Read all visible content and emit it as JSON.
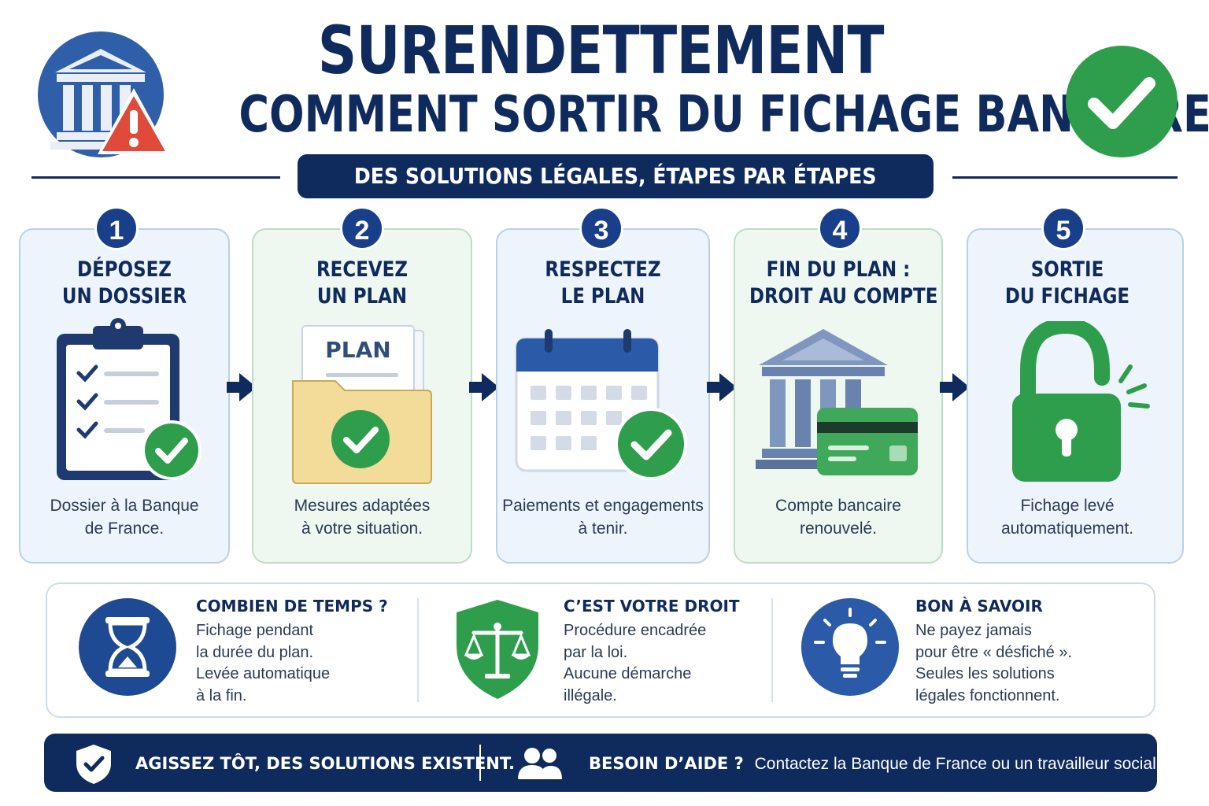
{
  "header": {
    "title": "SURENDETTEMENT",
    "subtitle": "COMMENT SORTIR DU FICHAGE BANCAIRE ?",
    "banner": "DES SOLUTIONS LÉGALES, ÉTAPES PAR ÉTAPES",
    "left_icon": "bank-warning-icon",
    "right_icon": "check-circle-icon"
  },
  "steps": [
    {
      "number": "1",
      "title_line1": "DÉPOSEZ",
      "title_line2": "UN DOSSIER",
      "icon": "clipboard-check-icon",
      "desc_line1": "Dossier à la Banque",
      "desc_line2": "de France."
    },
    {
      "number": "2",
      "title_line1": "RECEVEZ",
      "title_line2": "UN PLAN",
      "icon": "folder-plan-icon",
      "icon_label": "PLAN",
      "desc_line1": "Mesures adaptées",
      "desc_line2": "à votre situation."
    },
    {
      "number": "3",
      "title_line1": "RESPECTEZ",
      "title_line2": "LE PLAN",
      "icon": "calendar-check-icon",
      "desc_line1": "Paiements et engagements",
      "desc_line2": "à tenir."
    },
    {
      "number": "4",
      "title_line1": "FIN DU PLAN :",
      "title_line2": "DROIT AU COMPTE",
      "icon": "bank-card-icon",
      "desc_line1": "Compte bancaire",
      "desc_line2": "renouvelé."
    },
    {
      "number": "5",
      "title_line1": "SORTIE",
      "title_line2": "DU FICHAGE",
      "icon": "unlocked-padlock-icon",
      "desc_line1": "Fichage levé",
      "desc_line2": "automatiquement."
    }
  ],
  "info": [
    {
      "title": "COMBIEN DE TEMPS ?",
      "icon": "hourglass-icon",
      "lines": [
        "Fichage pendant",
        "la durée du plan.",
        "Levée automatique",
        "à la fin."
      ]
    },
    {
      "title": "C’EST VOTRE DROIT",
      "icon": "shield-scales-icon",
      "lines": [
        "Procédure encadrée",
        "par la loi.",
        "Aucune démarche",
        "illégale."
      ]
    },
    {
      "title": "BON À SAVOIR",
      "icon": "lightbulb-icon",
      "lines": [
        "Ne payez jamais",
        "pour être « désfiché ».",
        "Seules les solutions",
        "légales fonctionnent."
      ]
    }
  ],
  "footer": {
    "left_icon": "shield-check-icon",
    "left_text": "AGISSEZ TÔT, DES SOLUTIONS EXISTENT.",
    "right_icon": "people-icon",
    "help_label": "BESOIN D’AIDE ?",
    "help_text": "Contactez la Banque de France ou un travailleur social."
  },
  "colors": {
    "navy": "#0f2a5c",
    "blue": "#1a3f8a",
    "green": "#2e9e4c",
    "red": "#e04a3a",
    "card_blue": "#eef4fc",
    "card_green": "#eef7f0"
  }
}
